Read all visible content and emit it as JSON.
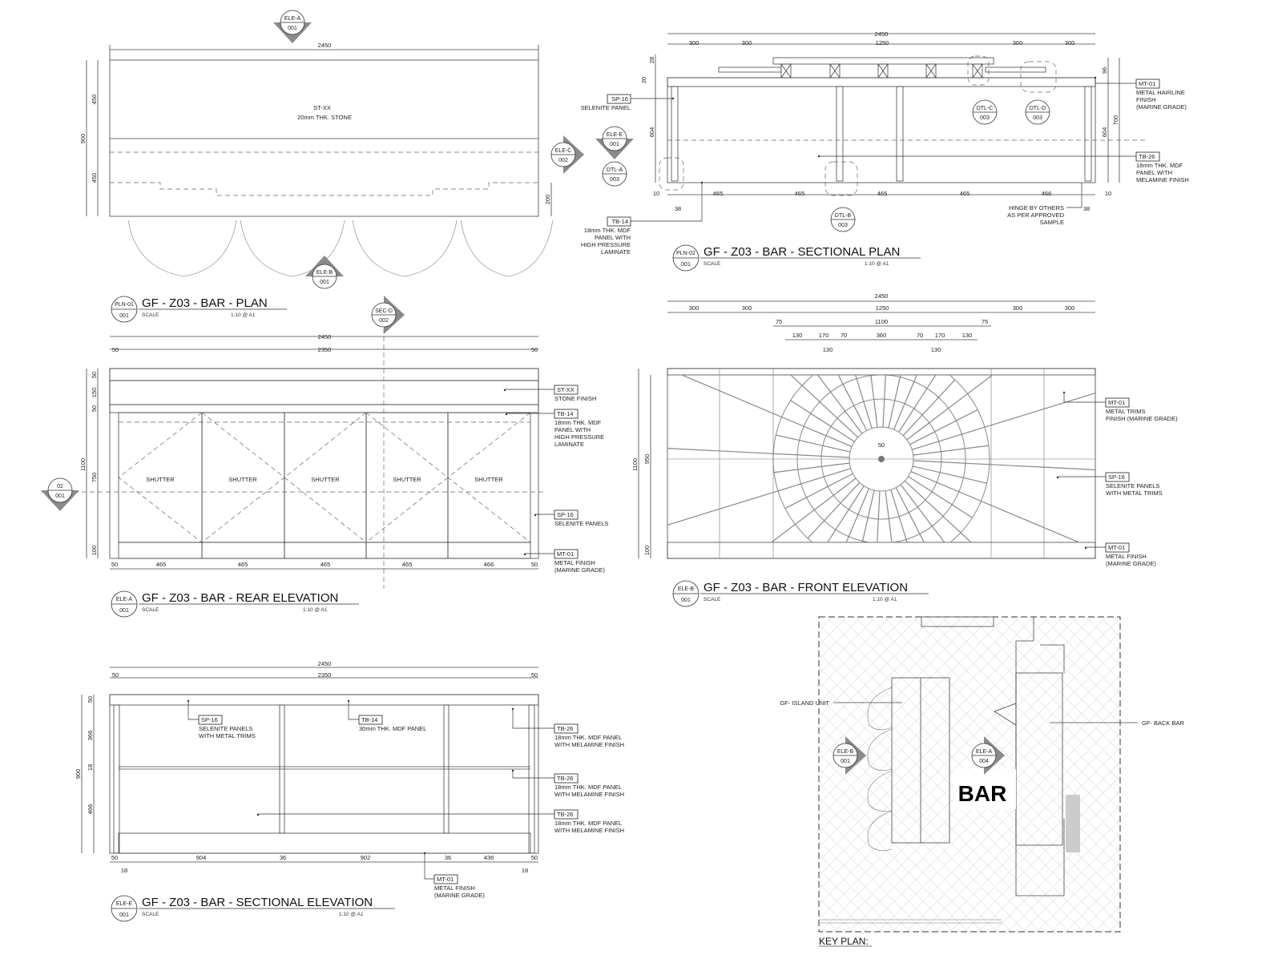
{
  "plan": {
    "title": "GF - Z03 - BAR - PLAN",
    "ref_top": "PLN-01",
    "ref_bottom": "001",
    "scale_label": "SCALE",
    "scale": "1:10 @ A1",
    "dims": {
      "overall": "2450",
      "d450a": "450",
      "d450b": "450",
      "d900": "900",
      "d200": "200"
    },
    "tag": "ST-XX",
    "note": "20mm THK. STONE",
    "markers": {
      "ele_a": {
        "top": "ELE-A",
        "bottom": "001"
      },
      "ele_c": {
        "top": "ELE-C",
        "bottom": "002"
      },
      "ele_b": {
        "top": "ELE-B",
        "bottom": "001"
      }
    }
  },
  "sectional_plan": {
    "title": "GF - Z03 - BAR - SECTIONAL PLAN",
    "ref_top": "PLN-02",
    "ref_bottom": "001",
    "scale_label": "SCALE",
    "scale": "1:10 @ A1",
    "dims": {
      "overall": "2450",
      "top": [
        "300",
        "300",
        "1250",
        "300",
        "300"
      ],
      "bottom": [
        "10",
        "465",
        "465",
        "465",
        "465",
        "466",
        "10"
      ],
      "left": [
        "28",
        "20",
        "604"
      ],
      "right": [
        "96",
        "604",
        "700"
      ],
      "d38a": "38",
      "d38b": "38"
    },
    "labels": {
      "sp16": {
        "tag": "SP-16",
        "lines": [
          "SELENITE PANEL"
        ]
      },
      "mt01": {
        "tag": "MT-01",
        "lines": [
          "METAL HAIRLINE",
          "FINISH",
          "(MARINE GRADE)"
        ]
      },
      "tb26": {
        "tag": "TB-26",
        "lines": [
          "18mm THK. MDF",
          "PANEL WITH",
          "MELAMINE FINISH"
        ]
      },
      "tb14": {
        "tag": "TB-14",
        "lines": [
          "18mm THK. MDF",
          "PANEL WITH",
          "HIGH PRESSURE",
          "LAMINATE"
        ]
      },
      "hinge": {
        "lines": [
          "HINGE BY OTHERS",
          "AS PER APPROVED",
          "SAMPLE"
        ]
      }
    },
    "markers": {
      "ele_e": {
        "top": "ELE-E",
        "bottom": "001"
      },
      "dtl_a": {
        "top": "DTL-A",
        "bottom": "003"
      },
      "dtl_b": {
        "top": "DTL-B",
        "bottom": "003"
      },
      "dtl_c": {
        "top": "DTL-C",
        "bottom": "003"
      },
      "dtl_d": {
        "top": "DTL-D",
        "bottom": "003"
      }
    }
  },
  "rear_elevation": {
    "title": "GF - Z03 - BAR - REAR ELEVATION",
    "ref_top": "ELE-A",
    "ref_bottom": "001",
    "scale_label": "SCALE",
    "scale": "1:10 @ A1",
    "dims": {
      "overall": "2450",
      "inner": "2350",
      "side_l": "50",
      "side_r": "50",
      "left": [
        "50",
        "150",
        "50",
        "750",
        "100"
      ],
      "height": "1100",
      "bottom": [
        "50",
        "465",
        "465",
        "465",
        "465",
        "466",
        "50"
      ]
    },
    "shutters": [
      "SHUTTER",
      "SHUTTER",
      "SHUTTER",
      "SHUTTER",
      "SHUTTER"
    ],
    "labels": {
      "stxx": {
        "tag": "ST-XX",
        "lines": [
          "STONE FINISH"
        ]
      },
      "tb14": {
        "tag": "TB-14",
        "lines": [
          "18mm THK. MDF",
          "PANEL WITH",
          "HIGH PRESSURE",
          "LAMINATE"
        ]
      },
      "sp16": {
        "tag": "SP-16",
        "lines": [
          "SELENITE PANELS"
        ]
      },
      "mt01": {
        "tag": "MT-01",
        "lines": [
          "METAL FINISH",
          "(MARINE GRADE)"
        ]
      }
    },
    "markers": {
      "sec_d": {
        "top": "SEC-D",
        "bottom": "002"
      },
      "m02": {
        "top": "02",
        "bottom": "001"
      }
    }
  },
  "front_elevation": {
    "title": "GF - Z03 - BAR - FRONT ELEVATION",
    "ref_top": "ELE-B",
    "ref_bottom": "001",
    "scale_label": "SCALE",
    "scale": "1:10 @ A1",
    "dims": {
      "overall": "2450",
      "row1": [
        "300",
        "300",
        "1250",
        "300",
        "300"
      ],
      "row2": [
        "75",
        "1100",
        "75"
      ],
      "row3": [
        "130",
        "170",
        "70",
        "360",
        "70",
        "170",
        "130"
      ],
      "row4": [
        "130",
        "130"
      ],
      "height": "1100",
      "left": [
        "950",
        "100"
      ],
      "center": "50"
    },
    "labels": {
      "mt01a": {
        "tag": "MT-01",
        "lines": [
          "METAL TRIMS",
          "FINISH (MARINE GRADE)"
        ]
      },
      "sp16": {
        "tag": "SP-16",
        "lines": [
          "SELENITE PANELS",
          "WITH METAL TRIMS"
        ]
      },
      "mt01b": {
        "tag": "MT-01",
        "lines": [
          "METAL FINISH",
          "(MARINE GRADE)"
        ]
      }
    }
  },
  "sectional_elevation": {
    "title": "GF - Z03 - BAR - SECTIONAL ELEVATION",
    "ref_top": "ELE-E",
    "ref_bottom": "001",
    "scale_label": "SCALE",
    "scale": "1:10 @ A1",
    "dims": {
      "overall": "2450",
      "inner": "2350",
      "side_l": "50",
      "side_r": "50",
      "left": [
        "50",
        "366",
        "18",
        "466"
      ],
      "height": "900",
      "bottom": [
        "50",
        "904",
        "36",
        "902",
        "36",
        "436",
        "50"
      ],
      "d18a": "18",
      "d18b": "18"
    },
    "labels": {
      "sp16": {
        "tag": "SP-16",
        "lines": [
          "SELENITE PANELS",
          "WITH METAL TRIMS"
        ]
      },
      "tb14": {
        "tag": "TB-14",
        "lines": [
          "30mm THK. MDF PANEL"
        ]
      },
      "tb26a": {
        "tag": "TB-26",
        "lines": [
          "18mm THK. MDF PANEL",
          "WITH MELAMINE FINISH"
        ]
      },
      "tb26b": {
        "tag": "TB-26",
        "lines": [
          "18mm THK. MDF PANEL",
          "WITH MELAMINE FINISH"
        ]
      },
      "tb26c": {
        "tag": "TB-26",
        "lines": [
          "18mm THK. MDF PANEL",
          "WITH MELAMINE FINISH"
        ]
      },
      "mt01": {
        "tag": "MT-01",
        "lines": [
          "METAL FINISH",
          "(MARINE GRADE)"
        ]
      }
    }
  },
  "key_plan": {
    "title": "KEY PLAN:",
    "room": "BAR",
    "island_label": "GF- ISLAND UNIT",
    "back_bar_label": "GF- BACK BAR",
    "markers": {
      "ele_b": {
        "top": "ELE-B",
        "bottom": "001"
      },
      "ele_a": {
        "top": "ELE-A",
        "bottom": "004"
      }
    }
  },
  "colors": {
    "line": "#444444",
    "metal_fill": "#a8a8a8",
    "marker_fill": "#8a8a8a"
  }
}
